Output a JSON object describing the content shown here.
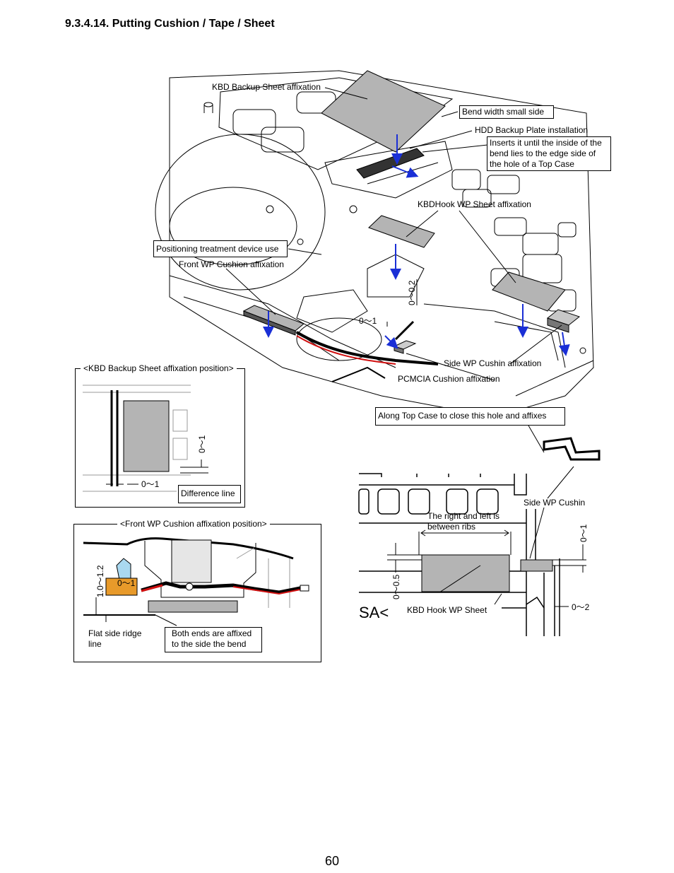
{
  "header": {
    "title": "9.3.4.14. Putting Cushion / Tape / Sheet"
  },
  "main_figure": {
    "labels": {
      "kbd_backup_sheet": "KBD Backup Sheet affixation",
      "bend_width": "Bend width small side",
      "hdd_backup_plate": "HDD Backup Plate installation",
      "inserts_note": "Inserts it until the inside of the bend lies to the edge side of the hole of a Top Case",
      "kbd_hook_wp": "KBDHook WP Sheet affixation",
      "positioning": "Positioning treatment device use",
      "front_wp_cushion": "Front WP Cushion affixation",
      "dim_0_02": "0～0.2",
      "dim_0_1": "0～1",
      "side_wp_cushin": "Side WP Cushin  affixation",
      "pcmcia_cushion": "PCMCIA Cushion affixation",
      "along_top_case": "Along Top Case to close this hole and affixes"
    }
  },
  "kbd_backup_detail": {
    "caption": "<KBD Backup Sheet affixation position>",
    "dim_vertical": "0～1",
    "dim_horizontal": "0～1",
    "difference_line": "Difference line"
  },
  "front_wp_detail": {
    "caption": "<Front WP Cushion affixation position>",
    "dim_vertical": "1.0～1.2",
    "dim_inner": "0～1",
    "flat_side": "Flat side ridge line",
    "both_ends": "Both ends are affixed to the side the bend"
  },
  "side_wp_detail": {
    "side_wp_cushin": "Side WP Cushin",
    "ribs_note": "The right and left is between ribs",
    "dim_left": "0～0.5",
    "dim_right": "0～1",
    "dim_bottom": "0～2",
    "kbd_hook_wp_sheet": "KBD Hook WP Sheet",
    "mark_text": "SA<"
  },
  "footer": {
    "page_number": "60"
  },
  "colors": {
    "sheet_gray": "#b4b4b4",
    "arrow_blue": "#1a2fd6",
    "cushion_orange": "#e89a2a",
    "light_blue": "#a9d8f0",
    "cable_red": "#d01010"
  }
}
